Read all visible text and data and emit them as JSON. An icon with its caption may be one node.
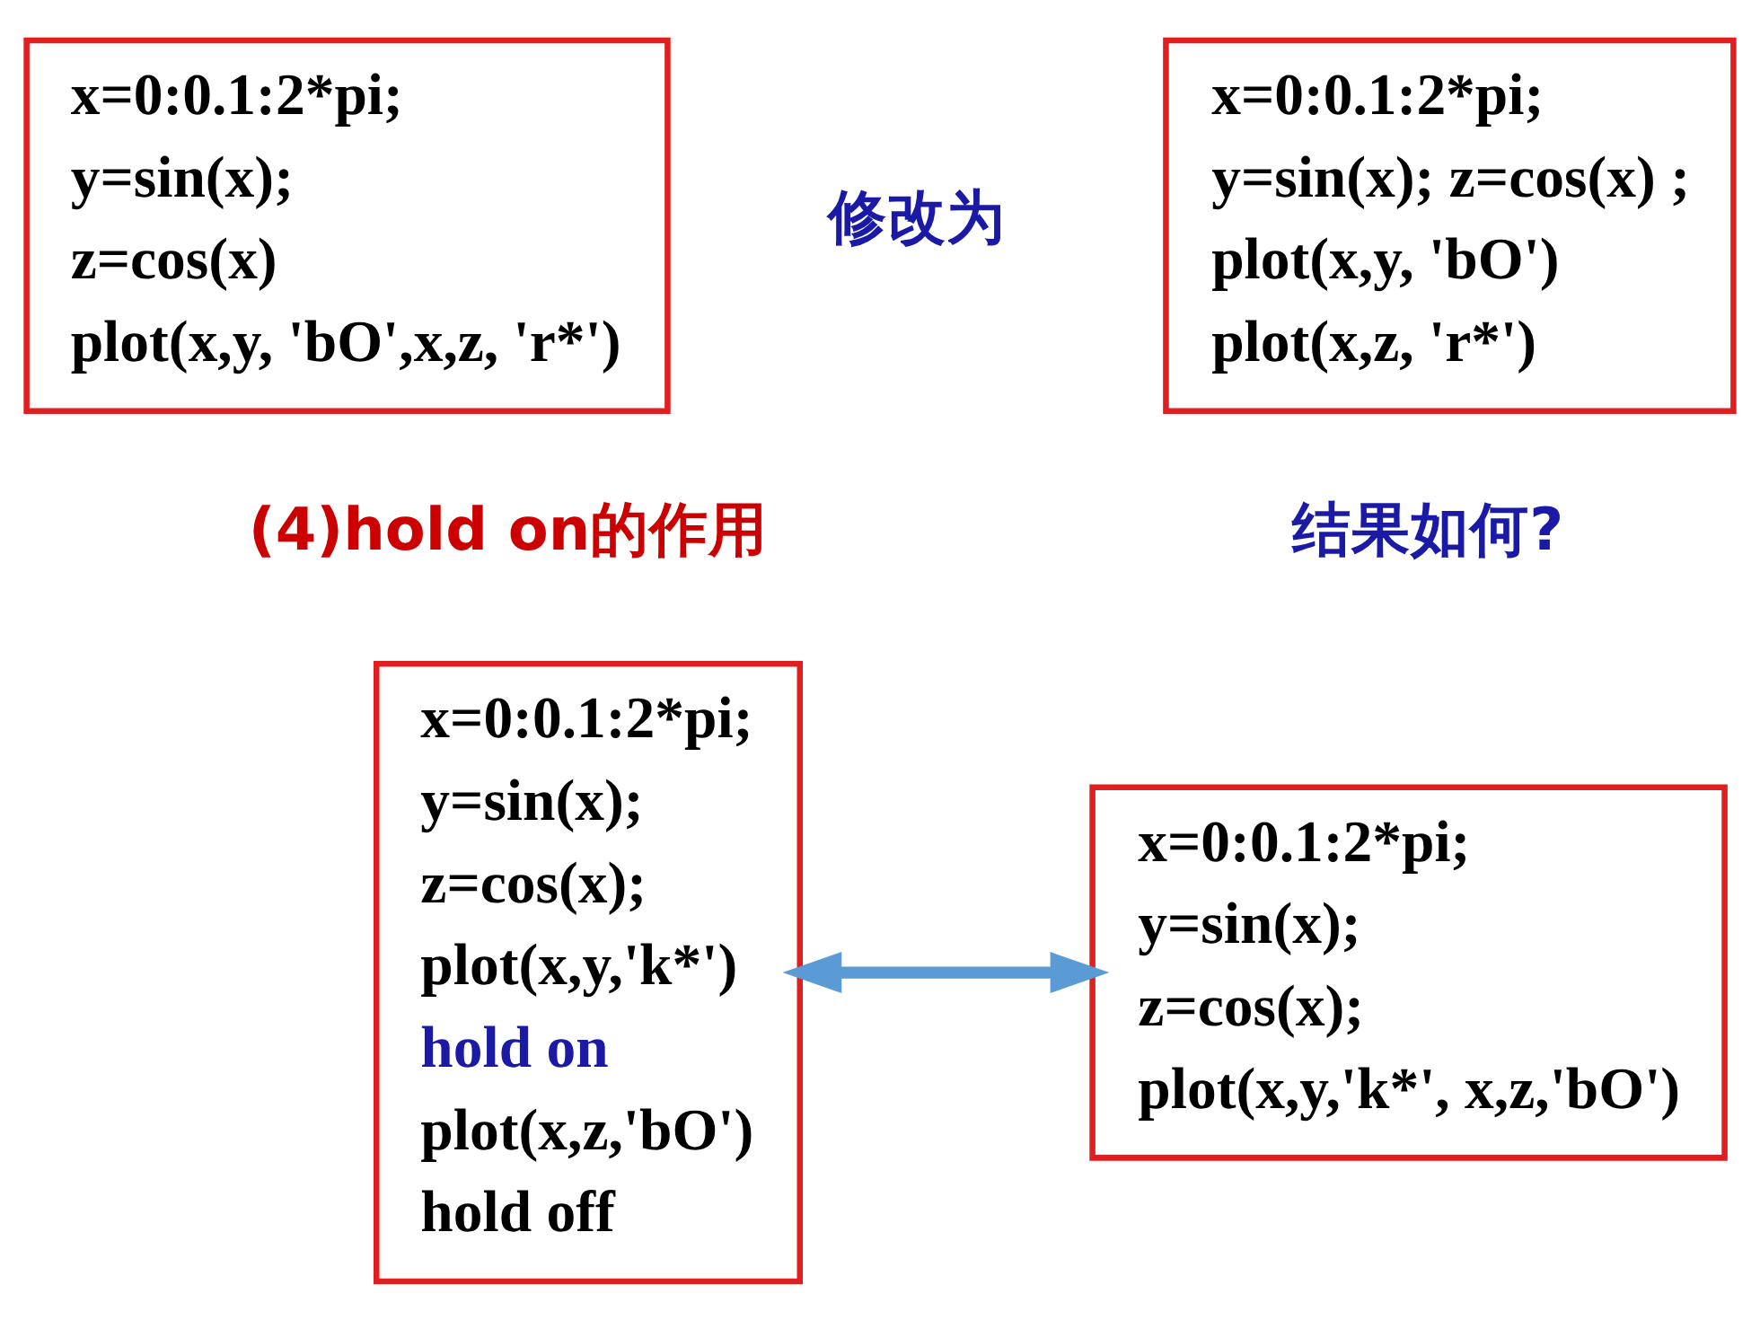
{
  "diagram": {
    "nodes": [
      {
        "text": [
          "x=0:0.1:2*pi;",
          "y=sin(x);",
          "z=cos(x)",
          "plot(x,y, 'bO',x,z, 'r*')"
        ]
      },
      {
        "text": [
          "x=0:0.1:2*pi;",
          "y=sin(x); z=cos(x) ;",
          "plot(x,y, 'bO')",
          "plot(x,z, 'r*')"
        ],
        "beside": [
          "结果如何?"
        ]
      },
      {
        "text": [
          "x=0:0.1:2*pi;",
          "y=sin(x);",
          "z=cos(x);",
          "plot(x,y,'k*')",
          "hold on",
          "plot(x,z,'bO')",
          "hold off"
        ]
      },
      {
        "text": [
          "x=0:0.1:2*pi;",
          "y=sin(x);",
          "z=cos(x);",
          "plot(x,y,'k*', x,z,'bO')"
        ]
      }
    ],
    "edges": [
      {
        "from": 2,
        "to": 3,
        "arrow": "both"
      }
    ],
    "labels": [
      "修改为",
      "(4)hold on的作用"
    ]
  }
}
